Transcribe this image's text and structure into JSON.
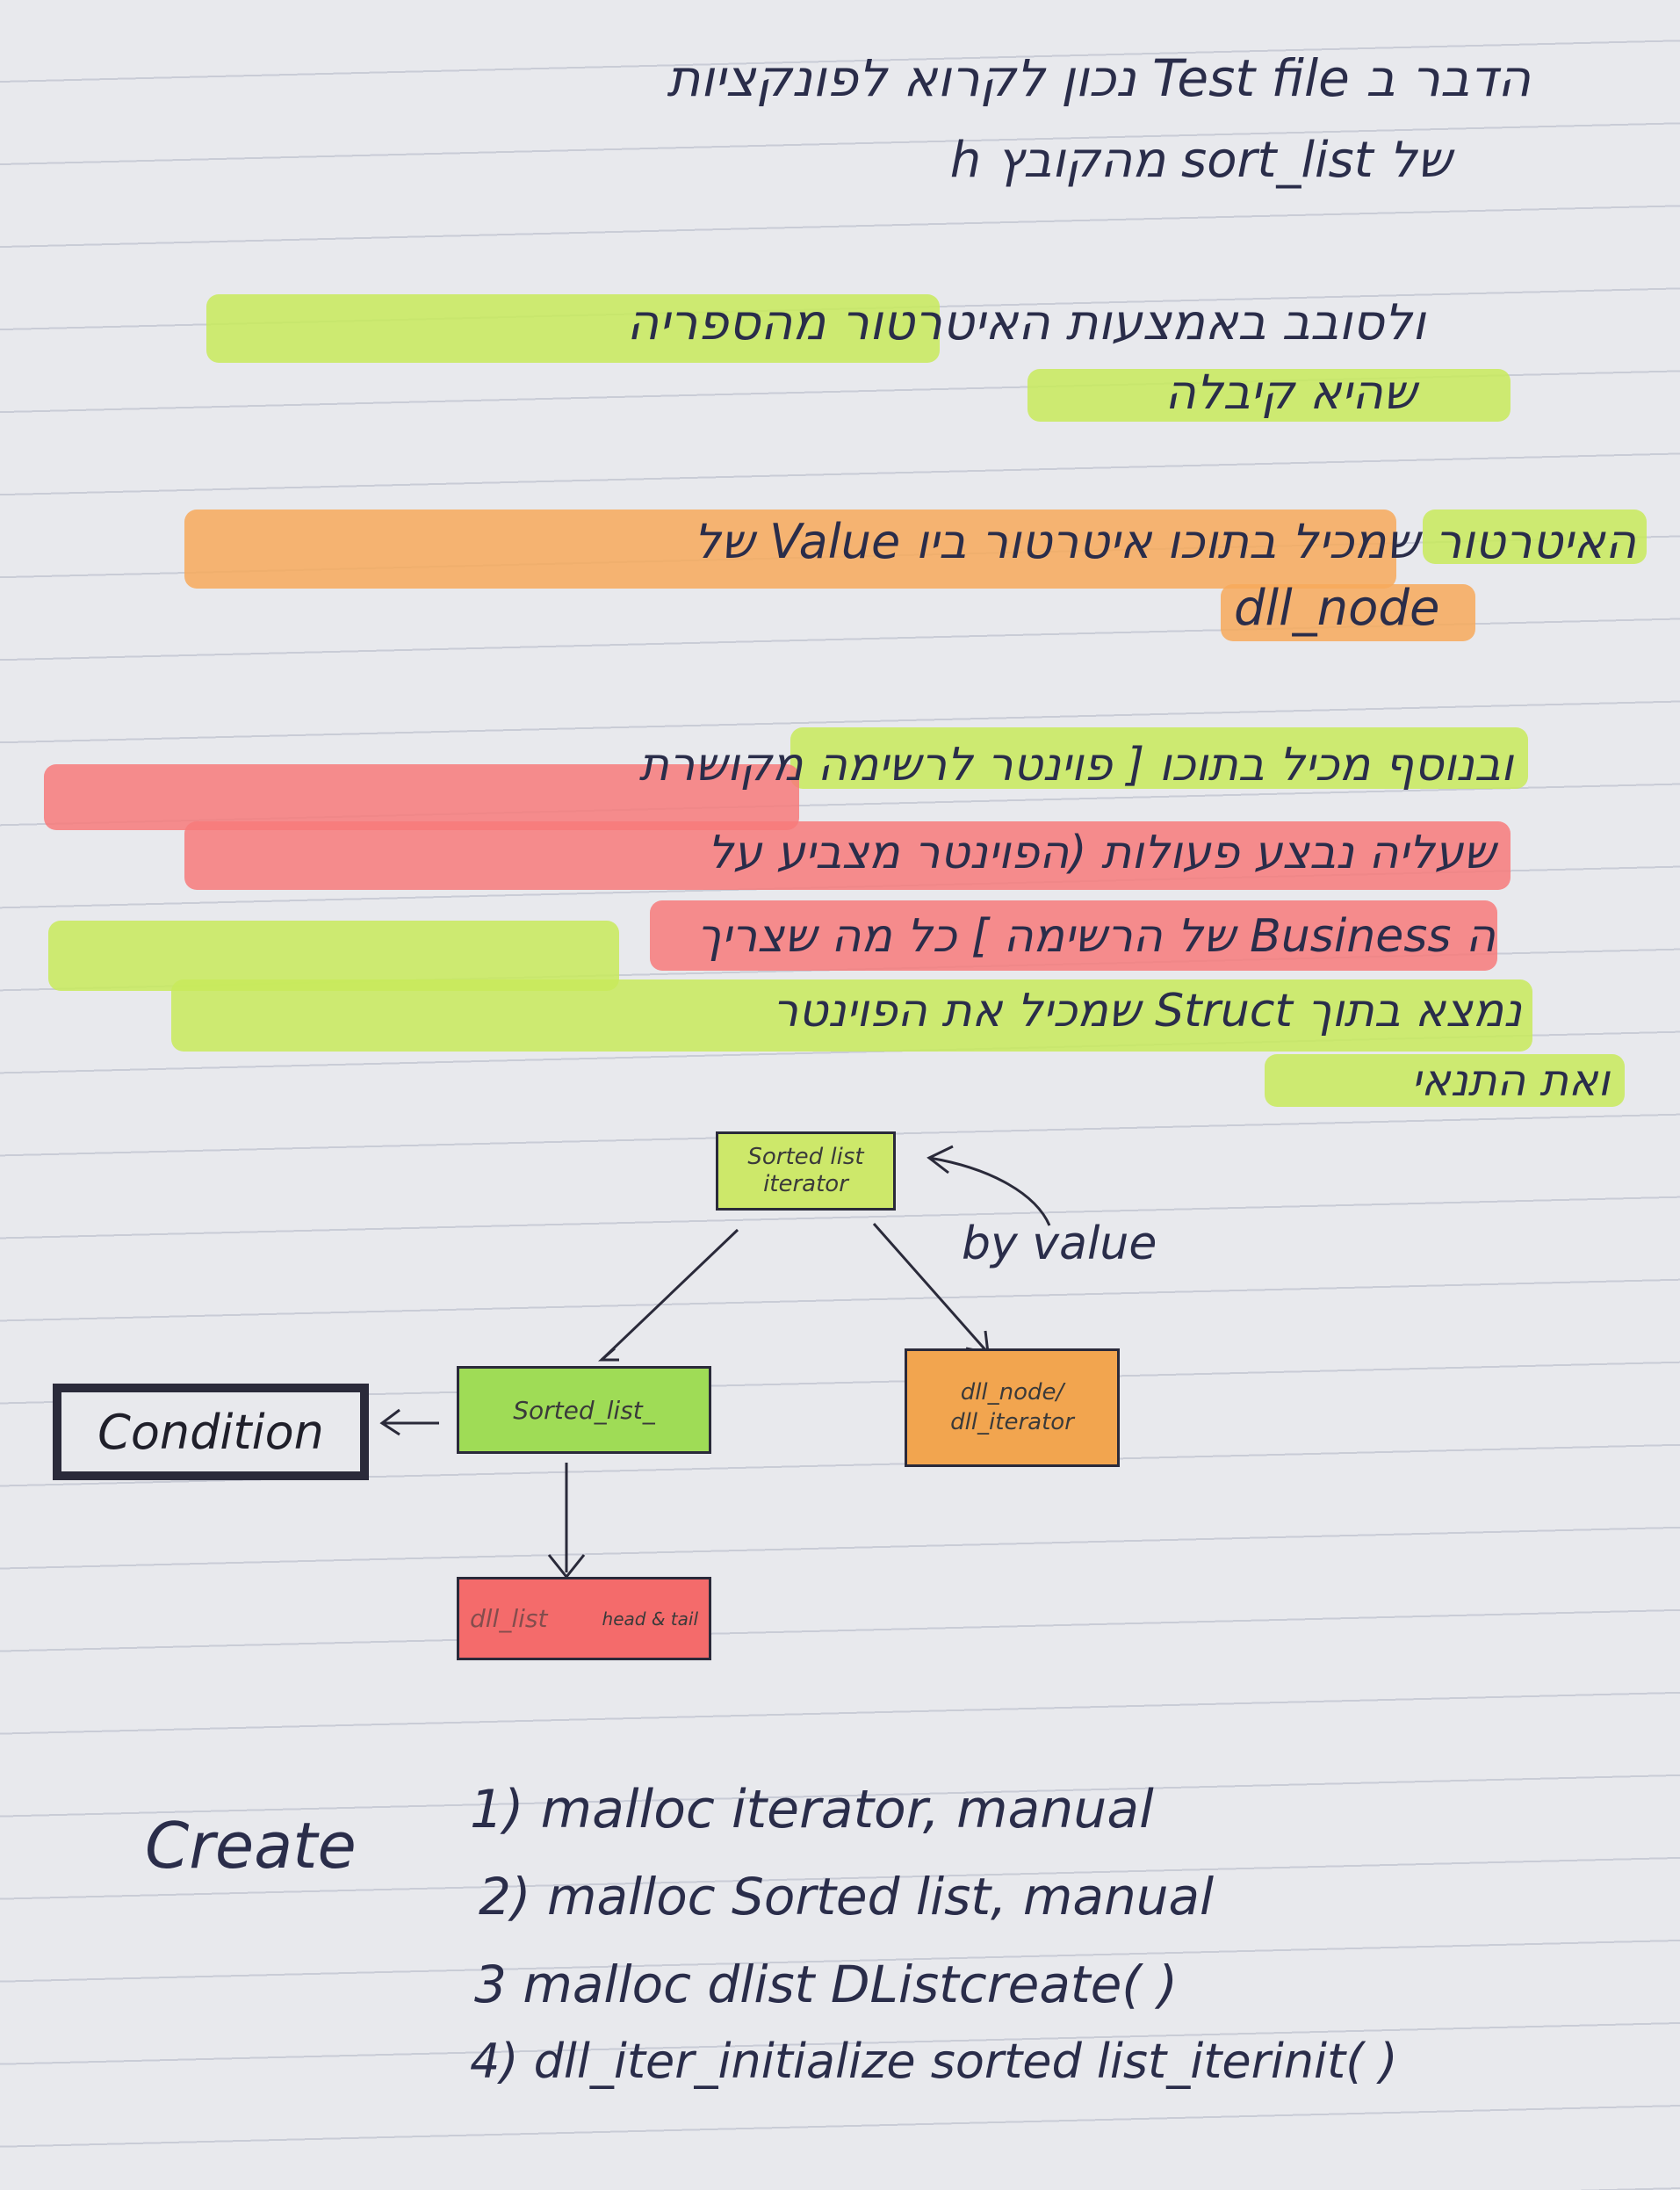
{
  "lines": {
    "l1": "הדבר ב Test file נכון לקרוא לפונקציות",
    "l2": "של sort_list מהקובץ h",
    "l3": "ולסובב באמצעות האיטרטור מהספריה",
    "l4": "שהיא קיבלה",
    "l5": "האיטרטור שמכיל בתוכו איטרטור ביו Value של",
    "l6": "dll_node",
    "l7": "ובנוסף מכיל בתוכו [ פוינטר לרשימה מקושרת",
    "l8": "שעליה נבצע פעולות (הפוינטר מצביע על",
    "l9": "ה Business של הרשימה ] כל מה שצריך",
    "l10": "נמצא בתוך Struct שמכיל את הפוינטר",
    "l11": "ואת התנאי"
  },
  "diagram": {
    "iterator": "Sorted list iterator",
    "by_value": "by value",
    "sorted_list": "Sorted_list_",
    "condition": "Condition",
    "dll_node": "dll_node/ dll_iterator",
    "dlist": "dll_list",
    "head_tail": "head & tail"
  },
  "create": {
    "title": "Create",
    "steps": [
      "1) malloc iterator, manual",
      "2) malloc Sorted list, manual",
      "3 malloc dlist DListcreate( )",
      "4) dll_iter_initialize sorted list_iterinit( )"
    ]
  },
  "colors": {
    "green": "#c8ea5a",
    "orange": "#f7a95a",
    "red": "#f77a7a",
    "ink": "#2a2d4a"
  }
}
